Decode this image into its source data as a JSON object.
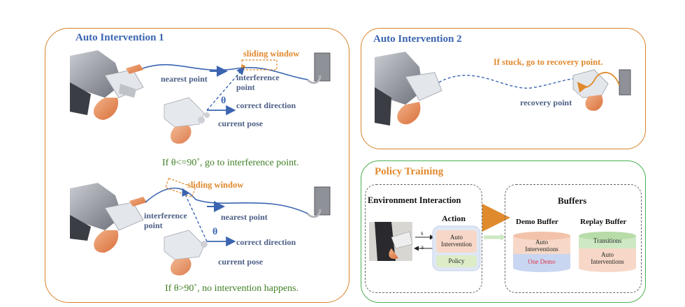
{
  "panel1": {
    "title": "Auto Intervention 1",
    "top": {
      "sliding_window": "sliding window",
      "nearest_point": "nearest point",
      "interference_point": [
        "interference",
        "point"
      ],
      "theta": "θ",
      "correct_direction": "correct direction",
      "current_pose": "current pose",
      "caption": "If θ<=90˚, go to interference point."
    },
    "bottom": {
      "sliding_window": "sliding window",
      "interference_point": [
        "interference",
        "point"
      ],
      "nearest_point": "nearest point",
      "theta": "θ",
      "correct_direction": "correct direction",
      "current_pose": "current pose",
      "caption": "If θ>90˚, no intervention happens."
    }
  },
  "panel2": {
    "title": "Auto Intervention 2",
    "stuck_note": "If stuck, go to recovery point.",
    "recovery_point": "recovery point"
  },
  "panel3": {
    "title": "Policy Training",
    "env_title": "Environment Interaction",
    "action_label": "Action",
    "s_label": "s",
    "a_label": "a",
    "auto_intervention": [
      "Auto",
      "Intervention"
    ],
    "policy": "Policy",
    "buffers_title": "Buffers",
    "demo_buffer": "Demo Buffer",
    "replay_buffer": "Replay Buffer",
    "demo_auto": [
      "Auto",
      "Interventions"
    ],
    "one_demo": "One Demo",
    "transitions": "Transitions",
    "replay_auto": [
      "Auto",
      "Interventions"
    ]
  },
  "colors": {
    "orange_border": "#d9822b",
    "green_border": "#4caf50",
    "title_blue": "#3a64b0",
    "label_slate": "#4c5f86",
    "caption_green": "#3f7f24",
    "one_demo_red": "#e0334a"
  }
}
